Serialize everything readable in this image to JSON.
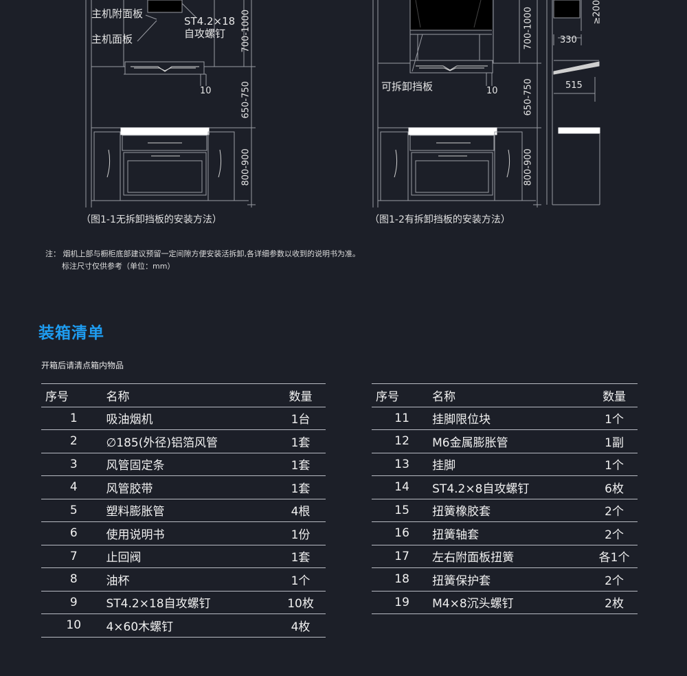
{
  "diagram": {
    "left_labels": {
      "attached_panel": "主机附面板",
      "main_panel": "主机面板",
      "screw_line1": "ST4.2×18",
      "screw_line2": "自攻螺钉",
      "gap": "10",
      "dim_upper": "700-1000",
      "dim_middle": "650-750",
      "dim_lower": "800-900",
      "caption": "（图1-1无拆卸挡板的安装方法）"
    },
    "right_labels": {
      "removable_baffle": "可拆卸挡板",
      "gap": "10",
      "dim_upper": "700-1000",
      "dim_middle": "650-750",
      "dim_lower": "800-900",
      "side_top": "≥200",
      "side_330": "330",
      "side_515": "515",
      "caption": "（图1-2有拆卸挡板的安装方法）"
    }
  },
  "notes": {
    "line1": "注：  烟机上部与橱柜底部建议预留一定间隙方便安装活拆卸,各详细参数以收到的说明书为准。",
    "line2": "标注尺寸仅供参考（单位：mm）"
  },
  "packing": {
    "title": "装箱清单",
    "subtitle": "开箱后请清点箱内物品",
    "headers": {
      "no": "序号",
      "name": "名称",
      "qty": "数量"
    },
    "left_items": [
      {
        "no": "1",
        "name": "吸油烟机",
        "qty": "1台"
      },
      {
        "no": "2",
        "name": "∅185(外径)铝箔风管",
        "qty": "1套"
      },
      {
        "no": "3",
        "name": "风管固定条",
        "qty": "1套"
      },
      {
        "no": "4",
        "name": "风管胶带",
        "qty": "1套"
      },
      {
        "no": "5",
        "name": "塑料膨胀管",
        "qty": "4根"
      },
      {
        "no": "6",
        "name": "使用说明书",
        "qty": "1份"
      },
      {
        "no": "7",
        "name": "止回阀",
        "qty": "1套"
      },
      {
        "no": "8",
        "name": "油杯",
        "qty": "1个"
      },
      {
        "no": "9",
        "name": "ST4.2×18自攻螺钉",
        "qty": "10枚"
      },
      {
        "no": "10",
        "name": "4×60木螺钉",
        "qty": "4枚"
      }
    ],
    "right_items": [
      {
        "no": "11",
        "name": "挂脚限位块",
        "qty": "1个"
      },
      {
        "no": "12",
        "name": "M6金属膨胀管",
        "qty": "1副"
      },
      {
        "no": "13",
        "name": "挂脚",
        "qty": "1个"
      },
      {
        "no": "14",
        "name": "ST4.2×8自攻螺钉",
        "qty": "6枚"
      },
      {
        "no": "15",
        "name": "扭簧橡胶套",
        "qty": "2个"
      },
      {
        "no": "16",
        "name": "扭簧轴套",
        "qty": "2个"
      },
      {
        "no": "17",
        "name": "左右附面板扭簧",
        "qty": "各1个"
      },
      {
        "no": "18",
        "name": "扭簧保护套",
        "qty": "2个"
      },
      {
        "no": "19",
        "name": "M4×8沉头螺钉",
        "qty": "2枚"
      }
    ]
  },
  "colors": {
    "background": "#1c1f28",
    "accent": "#1e9cf0",
    "line": "#b9bcc4"
  }
}
